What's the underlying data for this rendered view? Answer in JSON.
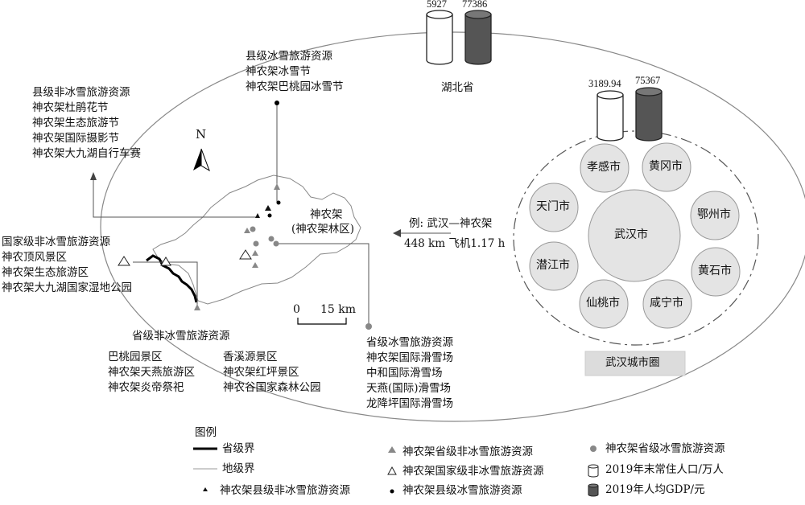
{
  "province": {
    "name": "湖北省",
    "population": "5927",
    "gdp": "77386"
  },
  "city_circle": {
    "name": "武汉城市圈",
    "population": "3189.94",
    "gdp": "75367",
    "center_city": "武汉市",
    "cities": [
      "孝感市",
      "黄冈市",
      "鄂州市",
      "黄石市",
      "咸宁市",
      "仙桃市",
      "潜江市",
      "天门市"
    ]
  },
  "shennongjia": {
    "name": "神农架",
    "district": "(神农架林区)",
    "north_label": "N",
    "scale_zero": "0",
    "scale_label": "15 km"
  },
  "route": {
    "line1": "例: 武汉—神农架",
    "line2": "448 km  飞机1.17 h"
  },
  "groups": {
    "county_ice": [
      "县级冰雪旅游资源",
      "神农架冰雪节",
      "神农架巴桃园冰雪节"
    ],
    "county_nonice": [
      "县级非冰雪旅游资源",
      "神农架杜鹃花节",
      "神农架生态旅游节",
      "神农架国际摄影节",
      "神农架大九湖自行车赛"
    ],
    "national_nonice": [
      "国家级非冰雪旅游资源",
      "神农顶风景区",
      "神农架生态旅游区",
      "神农架大九湖国家湿地公园"
    ],
    "provincial_nonice_title": "省级非冰雪旅游资源",
    "provincial_nonice_col1": [
      "巴桃园景区",
      "神农架天燕旅游区",
      "神农架炎帝祭祀"
    ],
    "provincial_nonice_col2": [
      "香溪源景区",
      "神农架红坪景区",
      "神农谷国家森林公园"
    ],
    "provincial_ice": [
      "省级冰雪旅游资源",
      "神农架国际滑雪场",
      "中和国际滑雪场",
      "天燕(国际)滑雪场",
      "龙降坪国际滑雪场"
    ]
  },
  "legend": {
    "title": "图例",
    "items": [
      "省级界",
      "地级界",
      "神农架县级非冰雪旅游资源",
      "神农架省级非冰雪旅游资源",
      "神农架国家级非冰雪旅游资源",
      "神农架县级冰雪旅游资源",
      "神农架省级冰雪旅游资源",
      "2019年末常住人口/万人",
      "2019年人均GDP/元"
    ]
  }
}
